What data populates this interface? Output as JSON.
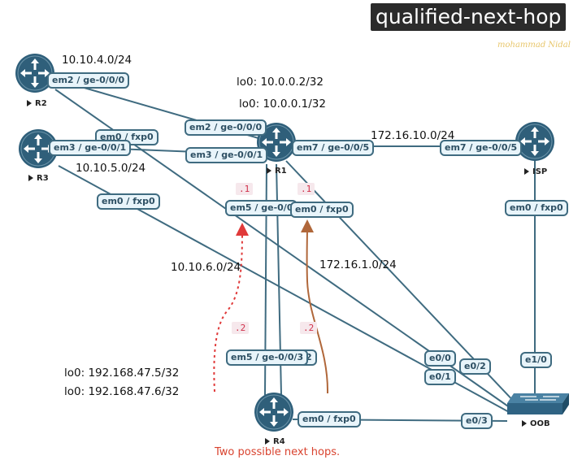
{
  "title": "qualified-next-hop",
  "signature": "mohammad Nidal",
  "devices": {
    "r1": "R1",
    "r2": "R2",
    "r3": "R3",
    "r4": "R4",
    "isp": "ISP",
    "oob": "OOB"
  },
  "subnets": {
    "r2_lan": "10.10.4.0/24",
    "r3_lan": "10.10.5.0/24",
    "r4_lan": "10.10.6.0/24",
    "isp_link": "172.16.10.0/24",
    "mgmt": "172.16.1.0/24"
  },
  "loopbacks": {
    "r1_a": "lo0: 10.0.0.2/32",
    "r1_b": "lo0: 10.0.0.1/32",
    "r4_a": "lo0: 192.168.47.5/32",
    "r4_b": "lo0: 192.168.47.6/32"
  },
  "interfaces": {
    "r2_em2": "em2 / ge-0/0/0",
    "r2_em0": "em0 / fxp0",
    "r3_em3": "em3 / ge-0/0/1",
    "r3_em0": "em0 / fxp0",
    "r1_em2": "em2 / ge-0/0/0",
    "r1_em3": "em3 / ge-0/0/1",
    "r1_em7": "em7 / ge-0/0/5",
    "r1_em5": "em5 / ge-0/0",
    "r1_em0": "em0 / fxp0",
    "isp_em7": "em7 / ge-0/0/5",
    "isp_em0": "em0 / fxp0",
    "r4_em5": "em5 / ge-0/0/3",
    "r4_suffix": "/2",
    "r4_em0": "em0 / fxp0",
    "oob_e0_0": "e0/0",
    "oob_e0_1": "e0/1",
    "oob_e0_2": "e0/2",
    "oob_e1_0": "e1/0",
    "oob_e0_3": "e0/3"
  },
  "host_ids": {
    "r1_left": ".1",
    "r1_right": ".1",
    "r4_left": ".2",
    "r4_right": ".2"
  },
  "note": "Two possible next hops.",
  "colors": {
    "router": "#2f5f7a",
    "link": "#3f6b80",
    "pill_bg": "#e8f4fa",
    "path_red": "#e03a3a",
    "path_brown": "#b0673a",
    "switch": "#2f6383"
  }
}
